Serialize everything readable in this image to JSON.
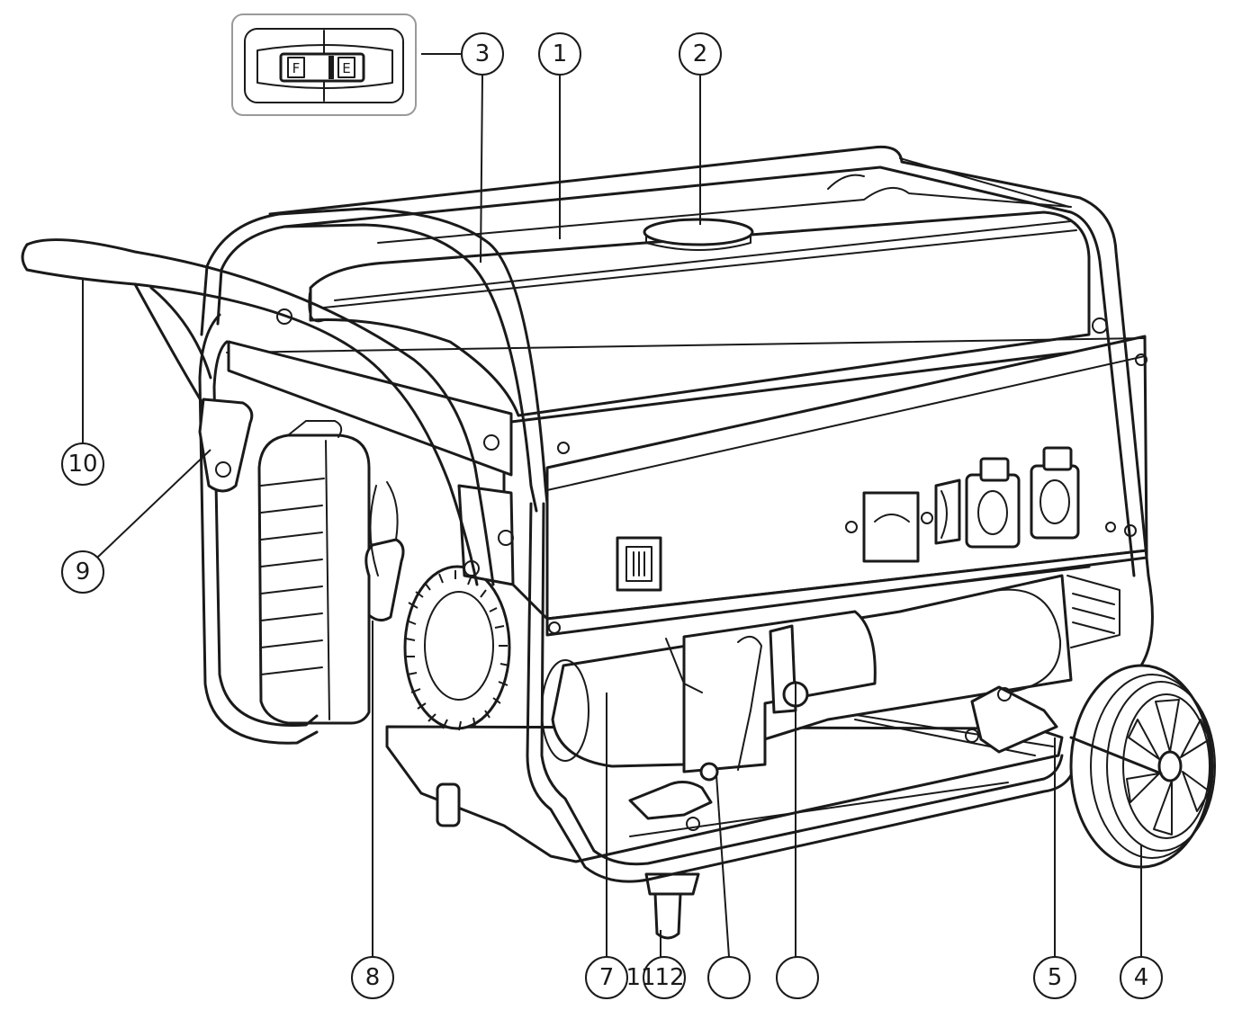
{
  "fuel_gauge": {
    "full_label": "F",
    "empty_label": "E"
  },
  "callouts": [
    {
      "id": "1",
      "label": "1"
    },
    {
      "id": "2",
      "label": "2"
    },
    {
      "id": "3",
      "label": "3"
    },
    {
      "id": "4",
      "label": "4"
    },
    {
      "id": "5",
      "label": "5"
    },
    {
      "id": "6",
      "label": ""
    },
    {
      "id": "7",
      "label": "7"
    },
    {
      "id": "8",
      "label": "8"
    },
    {
      "id": "9",
      "label": "9"
    },
    {
      "id": "10",
      "label": "10"
    },
    {
      "id": "11",
      "label": "11"
    },
    {
      "id": "12",
      "label": "12"
    },
    {
      "id": "13",
      "label": ""
    }
  ]
}
